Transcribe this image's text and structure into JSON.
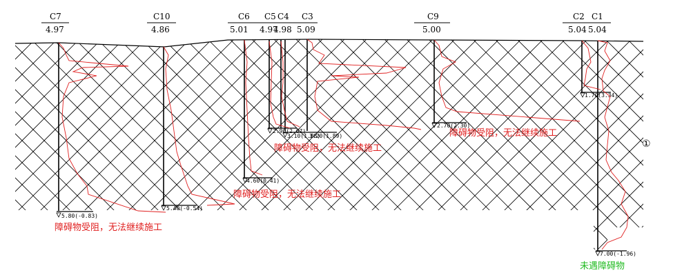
{
  "layer_marker": "①",
  "boreholes": [
    {
      "id": "C7",
      "elev": "4.97",
      "bottom": "5.80(-0.83)"
    },
    {
      "id": "C10",
      "elev": "4.86",
      "bottom": "5.40(-0.54)"
    },
    {
      "id": "C6",
      "elev": "5.01",
      "bottom": "4.60(0.41)"
    },
    {
      "id": "C5",
      "elev": "4.97",
      "bottom": "2.90(2.07)"
    },
    {
      "id": "C4",
      "elev": "4.98",
      "bottom": "3.10(1.88)"
    },
    {
      "id": "C3",
      "elev": "5.09",
      "bottom": "3.20(1.89)"
    },
    {
      "id": "C9",
      "elev": "5.00",
      "bottom": "2.70(2.30)"
    },
    {
      "id": "C2",
      "elev": "5.04",
      "bottom": "1.70(3.34)"
    },
    {
      "id": "C1",
      "elev": "5.04",
      "bottom": "7.00(-1.96)"
    }
  ],
  "notes": {
    "blocked_1": "障碍物受阻，无法继续施工",
    "blocked_2": "障碍物受阻，无法继续施工",
    "blocked_3": "障碍物受阻，无法继续施工",
    "blocked_4": "障碍物受阻，无法继续施工",
    "no_obstacle": "未遇障碍物"
  }
}
